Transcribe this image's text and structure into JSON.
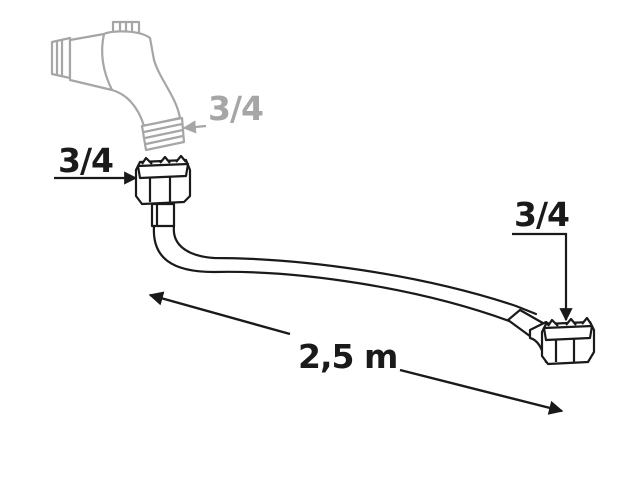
{
  "labels": {
    "tap_thread": "3/4",
    "hose_inlet_thread": "3/4",
    "hose_outlet_thread": "3/4",
    "hose_length": "2,5 m"
  },
  "colors": {
    "line": "#1a1a1a",
    "tap_gray": "#a6a6a6",
    "background": "#ffffff"
  }
}
